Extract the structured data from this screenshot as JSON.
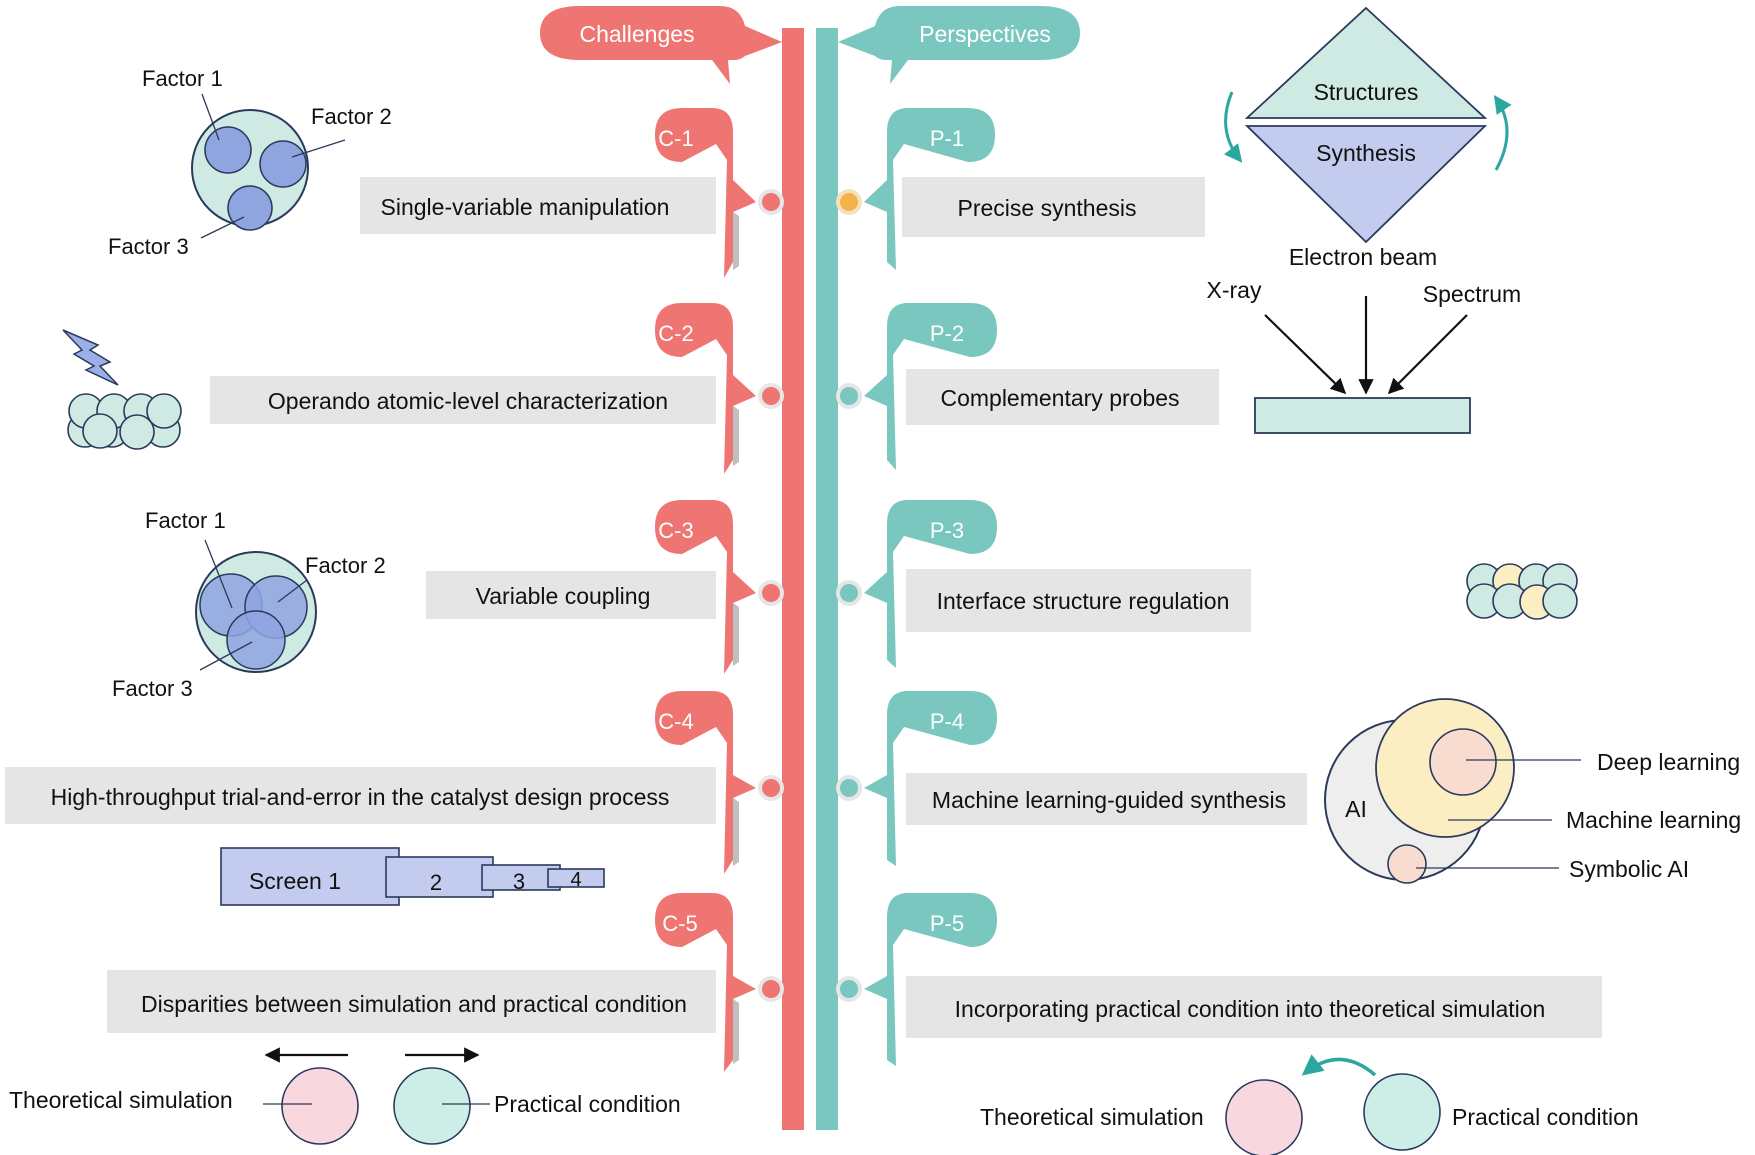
{
  "header": {
    "challenges_label": "Challenges",
    "perspectives_label": "Perspectives"
  },
  "colors": {
    "challenge_red": "#ef7572",
    "perspective_teal": "#7ac7bf",
    "label_box_gray": "#e5e5e5",
    "pale_teal": "#cfe9e3",
    "lavender_blue": "#c3cbee",
    "circle_blue": "#8fa5e0",
    "pale_yellow": "#fbeec2",
    "pale_peach": "#f8dcd0",
    "pale_pink": "#f9d7df",
    "pale_mint": "#cdeee6",
    "dark_navy": "#2b3a5c",
    "orange_dot": "#f6b24a",
    "bolt": "#9bb0e8"
  },
  "challenges": [
    {
      "code": "C-1",
      "text": "Single-variable manipulation"
    },
    {
      "code": "C-2",
      "text": "Operando atomic-level characterization"
    },
    {
      "code": "C-3",
      "text": "Variable coupling"
    },
    {
      "code": "C-4",
      "text": "High-throughput trial-and-error in the catalyst design process"
    },
    {
      "code": "C-5",
      "text": "Disparities between simulation and practical condition"
    }
  ],
  "perspectives": [
    {
      "code": "P-1",
      "text": "Precise synthesis"
    },
    {
      "code": "P-2",
      "text": "Complementary probes"
    },
    {
      "code": "P-3",
      "text": "Interface structure regulation"
    },
    {
      "code": "P-4",
      "text": "Machine learning-guided synthesis"
    },
    {
      "code": "P-5",
      "text": "Incorporating practical condition into theoretical simulation"
    }
  ],
  "illustrations": {
    "separate_factors": {
      "factor1": "Factor 1",
      "factor2": "Factor 2",
      "factor3": "Factor 3"
    },
    "coupled_factors": {
      "factor1": "Factor 1",
      "factor2": "Factor 2",
      "factor3": "Factor 3"
    },
    "screens": {
      "s1": "Screen 1",
      "s2": "2",
      "s3": "3",
      "s4": "4"
    },
    "simulation_left": {
      "theory": "Theoretical simulation",
      "practice": "Practical condition"
    },
    "diamond": {
      "top": "Structures",
      "bottom": "Synthesis"
    },
    "probes": {
      "electron": "Electron beam",
      "xray": "X-ray",
      "spectrum": "Spectrum"
    },
    "ai_nested": {
      "ai": "AI",
      "deep": "Deep learning",
      "machine": "Machine learning",
      "symbolic": "Symbolic AI"
    },
    "simulation_right": {
      "theory": "Theoretical simulation",
      "practice": "Practical condition"
    }
  }
}
